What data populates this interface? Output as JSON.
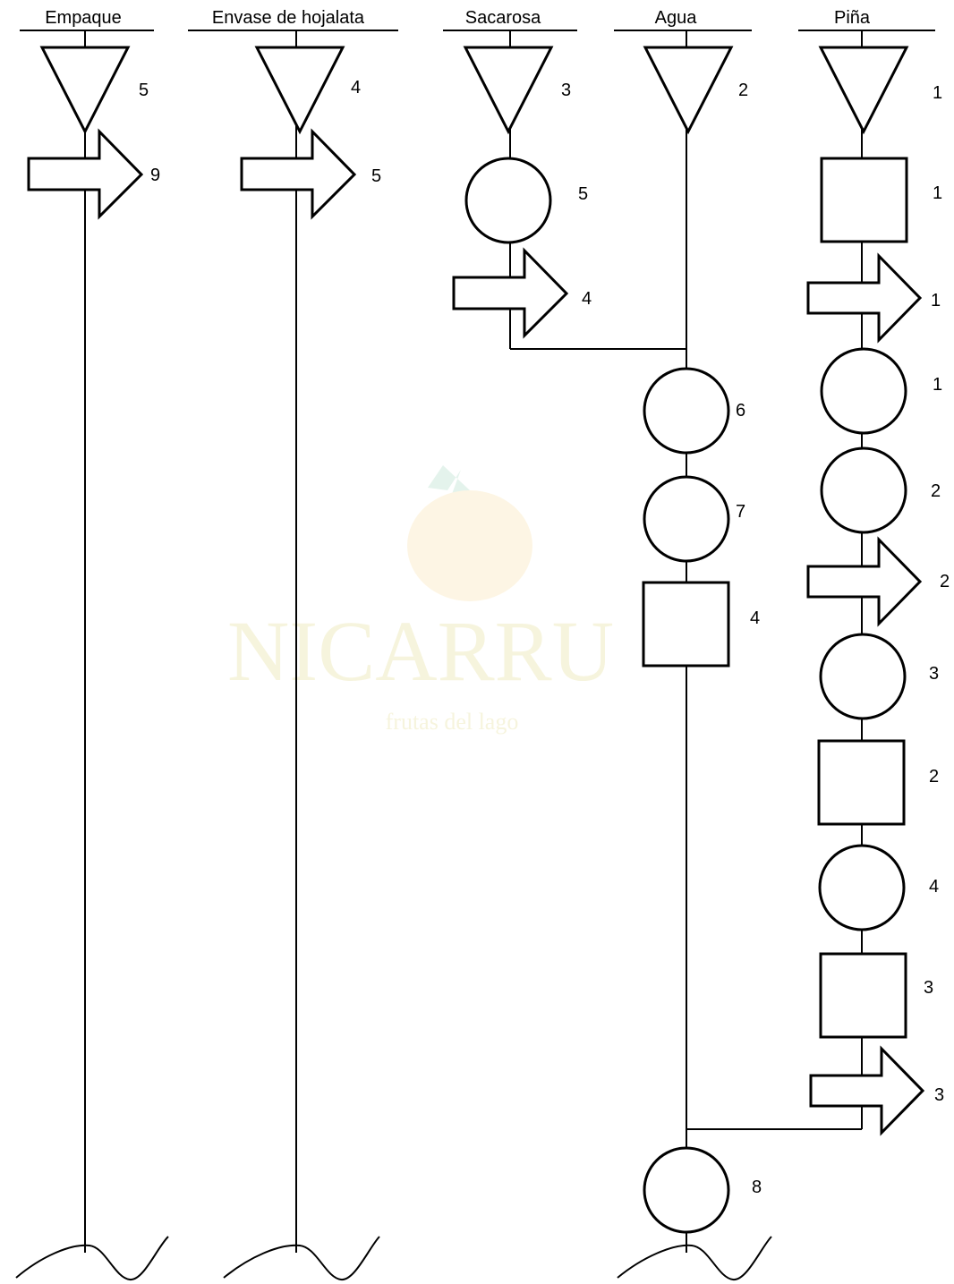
{
  "columns": [
    {
      "title": "Empaque"
    },
    {
      "title": "Envase de hojalata"
    },
    {
      "title": "Sacarosa"
    },
    {
      "title": "Agua"
    },
    {
      "title": "Piña"
    }
  ],
  "steps": {
    "empaque": [
      "5",
      "9"
    ],
    "envase": [
      "4",
      "5"
    ],
    "sacarosa": [
      "3",
      "5",
      "4"
    ],
    "agua": [
      "2",
      "6",
      "7",
      "4",
      "8"
    ],
    "pina": [
      "1",
      "1",
      "1",
      "1",
      "2",
      "2",
      "3",
      "2",
      "4",
      "3",
      "3"
    ]
  },
  "watermark": {
    "name": "NICARRU",
    "tagline": "frutas del lago"
  }
}
